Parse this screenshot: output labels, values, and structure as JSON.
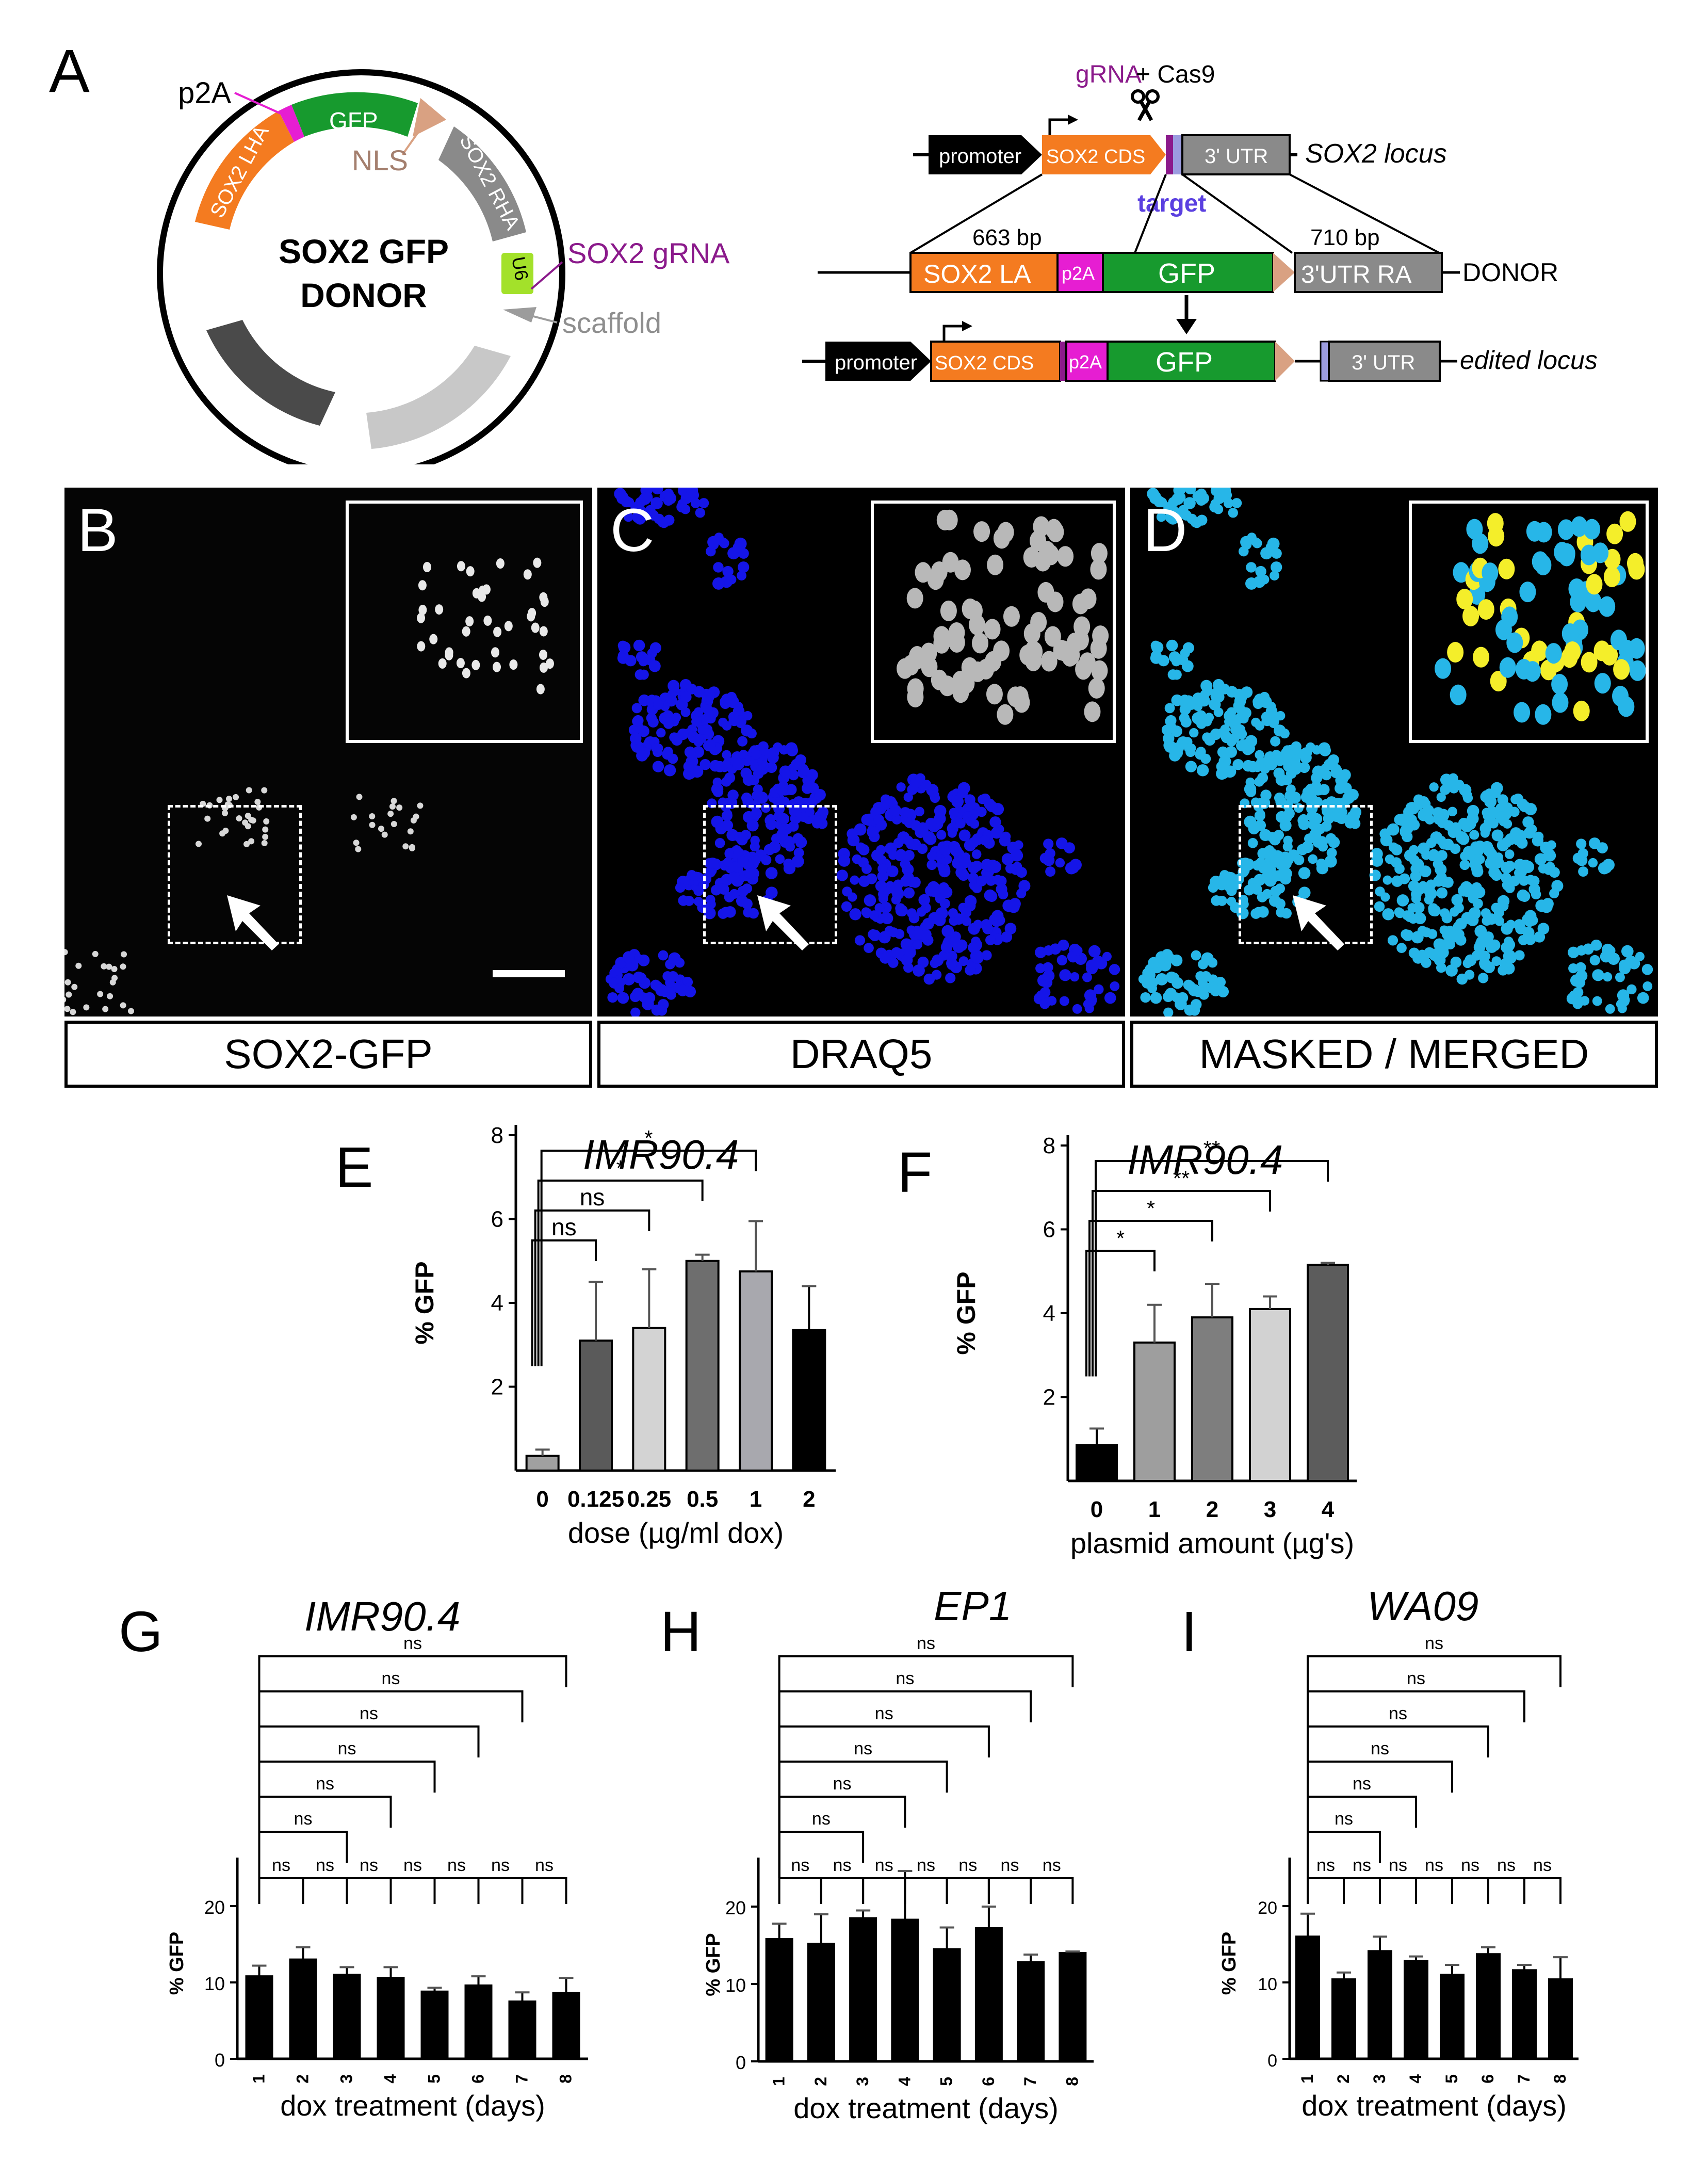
{
  "panelA": {
    "letter": "A",
    "plasmid": {
      "title_line1": "SOX2 GFP",
      "title_line2": "DONOR",
      "labels": {
        "p2a": "p2A",
        "gfp": "GFP",
        "nls": "NLS",
        "lha": "SOX2 LHA",
        "rha": "SOX2 RHA",
        "u6": "U6",
        "gRNA": "SOX2 gRNA",
        "scaffold": "scaffold"
      }
    },
    "locus": {
      "gRNA": "gRNA",
      "cas9": "+ Cas9",
      "target": "target",
      "promoter": "promoter",
      "sox2_cds": "SOX2 CDS",
      "utr": "3' UTR",
      "sox2_locus": "SOX2 locus",
      "bp_left": "663 bp",
      "bp_right": "710 bp",
      "sox2_la": "SOX2 LA",
      "p2a": "p2A",
      "gfp": "GFP",
      "utr_ra": "3'UTR RA",
      "donor": "DONOR",
      "edited_locus": "edited locus"
    }
  },
  "micrographs": [
    {
      "letter": "B",
      "caption": "SOX2-GFP"
    },
    {
      "letter": "C",
      "caption": "DRAQ5"
    },
    {
      "letter": "D",
      "caption": "MASKED / MERGED"
    }
  ],
  "colors": {
    "orange": "#F47B20",
    "magenta": "#E61ED2",
    "green": "#179A2E",
    "gray": "#8A8A8A",
    "salmon": "#D9A182",
    "purple": "#8B1A8B",
    "lime": "#A3E12A",
    "target_blue": "#5A3FE0",
    "dapi_blue": "#1515E8",
    "mask_cyan": "#27B6E8",
    "mask_yellow": "#F4EE2A"
  },
  "chart_data": [
    {
      "id": "E",
      "letter": "E",
      "type": "bar",
      "title": "IMR90.4",
      "xlabel": "dose (µg/ml dox)",
      "ylabel": "% GFP",
      "categories": [
        "0",
        "0.125",
        "0.25",
        "0.5",
        "1",
        "2"
      ],
      "values": [
        0.35,
        3.1,
        3.4,
        5.0,
        4.75,
        3.35
      ],
      "errors": [
        0.15,
        1.4,
        1.4,
        0.15,
        1.2,
        1.05
      ],
      "bar_colors": [
        "#A0A0A0",
        "#5A5A5A",
        "#D3D3D3",
        "#6E6E6E",
        "#A8A8AE",
        "#000000"
      ],
      "yticks": [
        2,
        4,
        6,
        8
      ],
      "ylim": [
        0,
        8
      ],
      "significance": [
        {
          "from": 0,
          "to": 1,
          "label": "ns"
        },
        {
          "from": 0,
          "to": 2,
          "label": "ns"
        },
        {
          "from": 0,
          "to": 3,
          "label": "*"
        },
        {
          "from": 0,
          "to": 4,
          "label": "*"
        }
      ]
    },
    {
      "id": "F",
      "letter": "F",
      "type": "bar",
      "title": "IMR90.4",
      "xlabel": "plasmid amount (µg's)",
      "ylabel": "% GFP",
      "categories": [
        "0",
        "1",
        "2",
        "3",
        "4"
      ],
      "values": [
        0.85,
        3.3,
        3.9,
        4.1,
        5.15
      ],
      "errors": [
        0.4,
        0.9,
        0.8,
        0.3,
        0.05
      ],
      "bar_colors": [
        "#000000",
        "#9E9E9E",
        "#7E7E7E",
        "#D2D2D2",
        "#5C5C5C"
      ],
      "yticks": [
        2,
        4,
        6,
        8
      ],
      "ylim": [
        0,
        8
      ],
      "significance": [
        {
          "from": 0,
          "to": 1,
          "label": "*"
        },
        {
          "from": 0,
          "to": 2,
          "label": "*"
        },
        {
          "from": 0,
          "to": 3,
          "label": "**"
        },
        {
          "from": 0,
          "to": 4,
          "label": "**"
        }
      ]
    },
    {
      "id": "G",
      "letter": "G",
      "type": "bar",
      "title": "IMR90.4",
      "xlabel": "dox treatment (days)",
      "ylabel": "% GFP",
      "categories": [
        "1",
        "2",
        "3",
        "4",
        "5",
        "6",
        "7",
        "8"
      ],
      "values": [
        10.8,
        13.0,
        11.0,
        10.6,
        8.8,
        9.6,
        7.5,
        8.6
      ],
      "errors": [
        1.4,
        1.6,
        1.0,
        1.4,
        0.5,
        1.2,
        1.2,
        2.0
      ],
      "bar_colors": [
        "#000000",
        "#000000",
        "#000000",
        "#000000",
        "#000000",
        "#000000",
        "#000000",
        "#000000"
      ],
      "yticks": [
        0,
        10,
        20
      ],
      "ylim": [
        0,
        25
      ],
      "significance_adjacent": [
        "ns",
        "ns",
        "ns",
        "ns",
        "ns",
        "ns",
        "ns"
      ],
      "significance_from_first": [
        "ns",
        "ns",
        "ns",
        "ns",
        "ns",
        "ns",
        "ns"
      ]
    },
    {
      "id": "H",
      "letter": "H",
      "type": "bar",
      "title": "EP1",
      "xlabel": "dox treatment (days)",
      "ylabel": "% GFP",
      "categories": [
        "1",
        "2",
        "3",
        "4",
        "5",
        "6",
        "7",
        "8"
      ],
      "values": [
        15.8,
        15.2,
        18.5,
        18.3,
        14.5,
        17.2,
        12.8,
        14.0
      ],
      "errors": [
        2.0,
        3.8,
        1.0,
        6.3,
        2.8,
        2.8,
        1.0,
        0.2
      ],
      "bar_colors": [
        "#000000",
        "#000000",
        "#000000",
        "#000000",
        "#000000",
        "#000000",
        "#000000",
        "#000000"
      ],
      "yticks": [
        0,
        10,
        20
      ],
      "ylim": [
        0,
        25
      ],
      "significance_adjacent": [
        "ns",
        "ns",
        "ns",
        "ns",
        "ns",
        "ns",
        "ns"
      ],
      "significance_from_first": [
        "ns",
        "ns",
        "ns",
        "ns",
        "ns",
        "ns",
        "ns"
      ]
    },
    {
      "id": "I",
      "letter": "I",
      "type": "bar",
      "title": "WA09",
      "xlabel": "dox treatment (days)",
      "ylabel": "% GFP",
      "categories": [
        "1",
        "2",
        "3",
        "4",
        "5",
        "6",
        "7",
        "8"
      ],
      "values": [
        16.0,
        10.4,
        14.1,
        12.8,
        11.0,
        13.7,
        11.6,
        10.4
      ],
      "errors": [
        3.0,
        0.9,
        1.9,
        0.6,
        1.3,
        0.9,
        0.7,
        2.9
      ],
      "bar_colors": [
        "#000000",
        "#000000",
        "#000000",
        "#000000",
        "#000000",
        "#000000",
        "#000000",
        "#000000"
      ],
      "yticks": [
        0,
        10,
        20
      ],
      "ylim": [
        0,
        25
      ],
      "significance_adjacent": [
        "ns",
        "ns",
        "ns",
        "ns",
        "ns",
        "ns",
        "ns"
      ],
      "significance_from_first": [
        "ns",
        "ns",
        "ns",
        "ns",
        "ns",
        "ns",
        "ns"
      ]
    }
  ]
}
